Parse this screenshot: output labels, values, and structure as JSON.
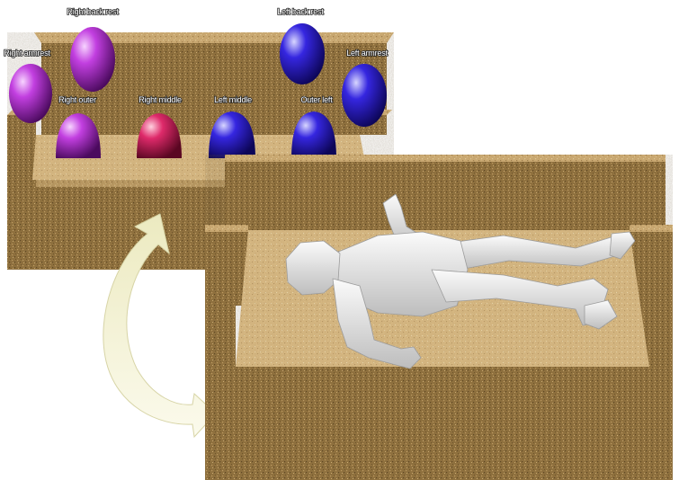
{
  "labels": {
    "right_armrest": "Right armrest",
    "right_back_rest": "Right back rest",
    "left_back_rest": "Left back rest",
    "left_armrest": "Left armrest",
    "right_outer": "Right outer",
    "right_middle": "Right middle",
    "left_middle": "Left middle",
    "outer_left": "Outer left"
  },
  "colors": {
    "sofa": "#9a7a45",
    "sofa_light": "#d9b679",
    "cushion": "#e6c48c",
    "sensor_purple": "#a020c8",
    "sensor_pink": "#d01a5c",
    "sensor_blue": "#2414c8",
    "arrow": "#f2f0cf",
    "figure": "#e6e6e6"
  },
  "icons": {
    "arrow": "curved-arrow-icon",
    "figure": "reclining-person-figure"
  }
}
